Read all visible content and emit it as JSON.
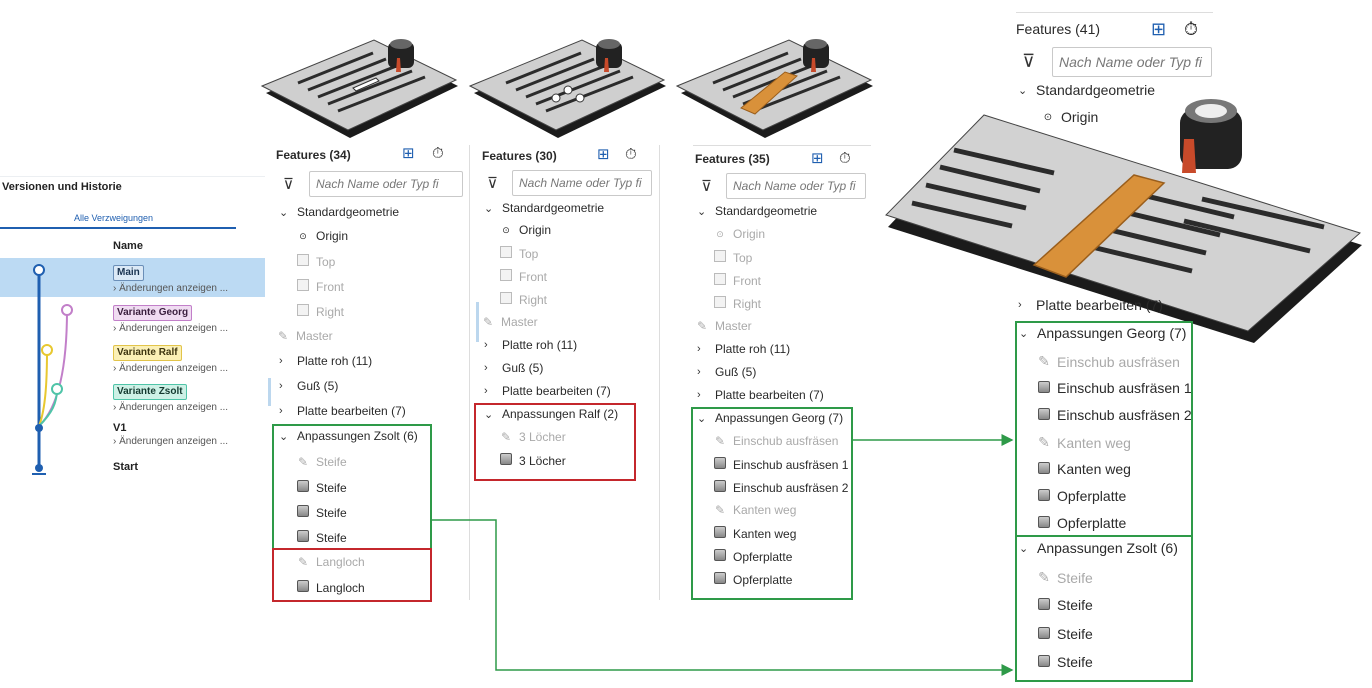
{
  "history": {
    "title": "Versionen und Historie",
    "tab": "Alle Verzweigungen",
    "column": "Name",
    "entries": [
      {
        "name": "Main",
        "sub": "Änderungen anzeigen ..."
      },
      {
        "name": "Variante Georg",
        "sub": "Änderungen anzeigen ..."
      },
      {
        "name": "Variante Ralf",
        "sub": "Änderungen anzeigen ..."
      },
      {
        "name": "Variante Zsolt",
        "sub": "Änderungen anzeigen ..."
      },
      {
        "name": "V1",
        "sub": "Änderungen anzeigen ..."
      },
      {
        "name": "Start"
      }
    ],
    "colors": {
      "main": "#1f5fb0",
      "georg": "#c27fc9",
      "ralf": "#e8c830",
      "zsolt": "#4fc4a8"
    }
  },
  "search_placeholder": "Nach Name oder Typ fi",
  "panel1": {
    "header": "Features (34)",
    "standard": "Standardgeometrie",
    "origin": "Origin",
    "planes": [
      "Top",
      "Front",
      "Right"
    ],
    "master": "Master",
    "groups": [
      "Platte roh (11)",
      "Guß (5)",
      "Platte bearbeiten (7)"
    ],
    "custom": "Anpassungen Zsolt (6)",
    "custom_items": [
      "Steife",
      "Steife",
      "Steife",
      "Steife"
    ],
    "extra_items": [
      "Langloch",
      "Langloch"
    ]
  },
  "panel2": {
    "header": "Features (30)",
    "standard": "Standardgeometrie",
    "origin": "Origin",
    "planes": [
      "Top",
      "Front",
      "Right"
    ],
    "master": "Master",
    "groups": [
      "Platte roh (11)",
      "Guß (5)",
      "Platte bearbeiten (7)"
    ],
    "custom": "Anpassungen Ralf (2)",
    "custom_items": [
      "3 Löcher",
      "3 Löcher"
    ]
  },
  "panel3": {
    "header": "Features (35)",
    "standard": "Standardgeometrie",
    "origin": "Origin",
    "planes": [
      "Top",
      "Front",
      "Right"
    ],
    "master": "Master",
    "groups": [
      "Platte roh (11)",
      "Guß (5)",
      "Platte bearbeiten (7)"
    ],
    "custom": "Anpassungen Georg (7)",
    "custom_items": [
      "Einschub ausfräsen",
      "Einschub ausfräsen 1",
      "Einschub ausfräsen 2",
      "Kanten weg",
      "Kanten weg",
      "Opferplatte",
      "Opferplatte"
    ]
  },
  "panel4": {
    "header": "Features (41)",
    "standard": "Standardgeometrie",
    "origin": "Origin",
    "group_partial": "Platte bearbeiten (7)",
    "custom_georg": "Anpassungen Georg (7)",
    "georg_items": [
      "Einschub ausfräsen",
      "Einschub ausfräsen 1",
      "Einschub ausfräsen 2",
      "Kanten weg",
      "Kanten weg",
      "Opferplatte",
      "Opferplatte"
    ],
    "custom_zsolt": "Anpassungen Zsolt (6)",
    "zsolt_items": [
      "Steife",
      "Steife",
      "Steife",
      "Steife"
    ]
  },
  "colors": {
    "green": "#2e9a48",
    "red": "#c4272c",
    "accent": "#1f5fb0",
    "insert_orange": "#d9913a"
  },
  "icons": {
    "filter": "filter-icon",
    "add": "add-folder-icon",
    "timer": "stopwatch-icon",
    "sketch": "pencil-sketch-icon",
    "feature": "solid-feature-icon",
    "plane": "plane-icon",
    "origin": "origin-icon"
  }
}
